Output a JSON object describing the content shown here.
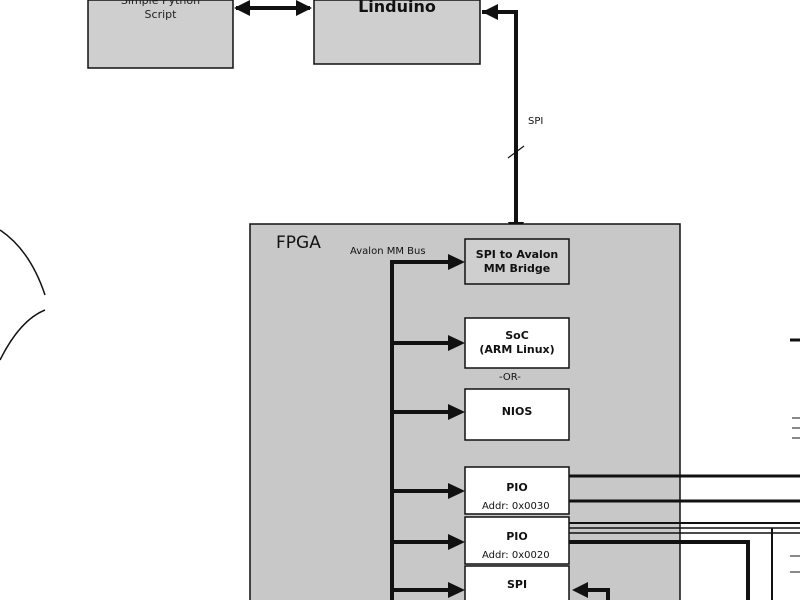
{
  "nodes": {
    "python_script": {
      "line1": "Simple Python",
      "line2": "Script"
    },
    "linduino": {
      "label": "Linduino"
    },
    "fpga": {
      "label": "FPGA"
    },
    "spi_bridge": {
      "line1": "SPI to Avalon",
      "line2": "MM Bridge"
    },
    "soc": {
      "line1": "SoC",
      "line2": "(ARM Linux)"
    },
    "or_label": "-OR-",
    "nios": {
      "label": "NIOS"
    },
    "pio1": {
      "label": "PIO",
      "addr": "Addr: 0x0030"
    },
    "pio2": {
      "label": "PIO",
      "addr": "Addr: 0x0020"
    },
    "spi_block": {
      "label": "SPI"
    }
  },
  "edges": {
    "spi_link_label": "SPI",
    "avalon_bus_label": "Avalon MM Bus"
  },
  "colors": {
    "box_fill": "#cfcfcf",
    "fpga_fill": "#c8c8c8",
    "white_box": "#ffffff",
    "stroke": "#111111"
  }
}
